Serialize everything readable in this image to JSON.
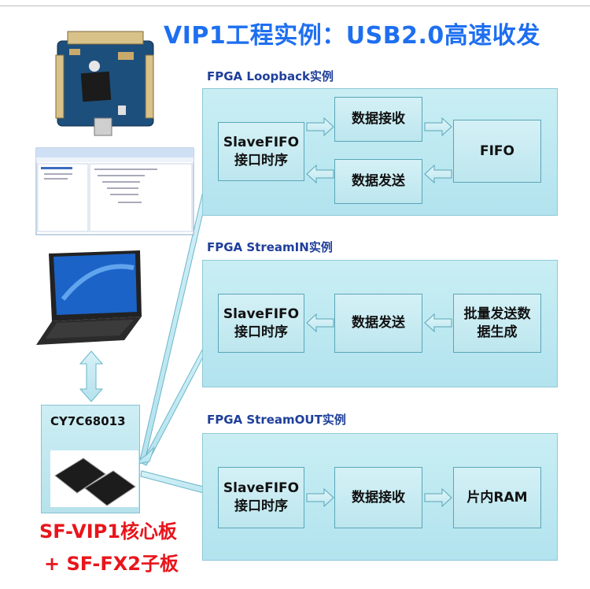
{
  "title": "VIP1工程实例：USB2.0高速收发",
  "sections": {
    "loopback": {
      "label": "FPGA Loopback实例",
      "nodes": {
        "slave_line1": "SlaveFIFO",
        "slave_line2": "接口时序",
        "receive": "数据接收",
        "send": "数据发送",
        "fifo": "FIFO"
      }
    },
    "streamin": {
      "label": "FPGA StreamIN实例",
      "nodes": {
        "slave_line1": "SlaveFIFO",
        "slave_line2": "接口时序",
        "send": "数据发送",
        "gen_line1": "批量发送数",
        "gen_line2": "据生成"
      }
    },
    "streamout": {
      "label": "FPGA StreamOUT实例",
      "nodes": {
        "slave_line1": "SlaveFIFO",
        "slave_line2": "接口时序",
        "receive": "数据接收",
        "ram": "片内RAM"
      }
    }
  },
  "chip": {
    "name": "CY7C68013"
  },
  "board_caption": {
    "line1": "SF-VIP1核心板",
    "line2": "+ SF-FX2子板"
  },
  "colors": {
    "title": "#1e6ff0",
    "section_label": "#1f3f9a",
    "caption": "#e8151b",
    "panel": "#c3eaf2",
    "arrow": "#bfe8f2"
  }
}
